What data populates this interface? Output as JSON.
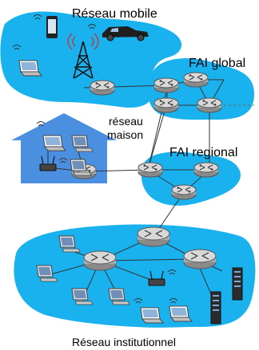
{
  "labels": {
    "mobile_network": "Réseau mobile",
    "global_isp": "FAI global",
    "home_network_line1": "réseau",
    "home_network_line2": "maison",
    "regional_isp": "FAI regional",
    "institutional_network": "Réseau institutionnel"
  },
  "colors": {
    "network_cloud": "#1ab2ee",
    "house": "#4a8fe0",
    "link": "#333333",
    "router_fill": "#c8c8c8",
    "router_stroke": "#555555",
    "dashed_link": "#666666"
  },
  "icons": [
    "router-icon",
    "laptop-icon",
    "desktop-computer-icon",
    "smartphone-icon",
    "car-icon",
    "cell-tower-icon",
    "wireless-access-point-icon",
    "server-icon"
  ]
}
